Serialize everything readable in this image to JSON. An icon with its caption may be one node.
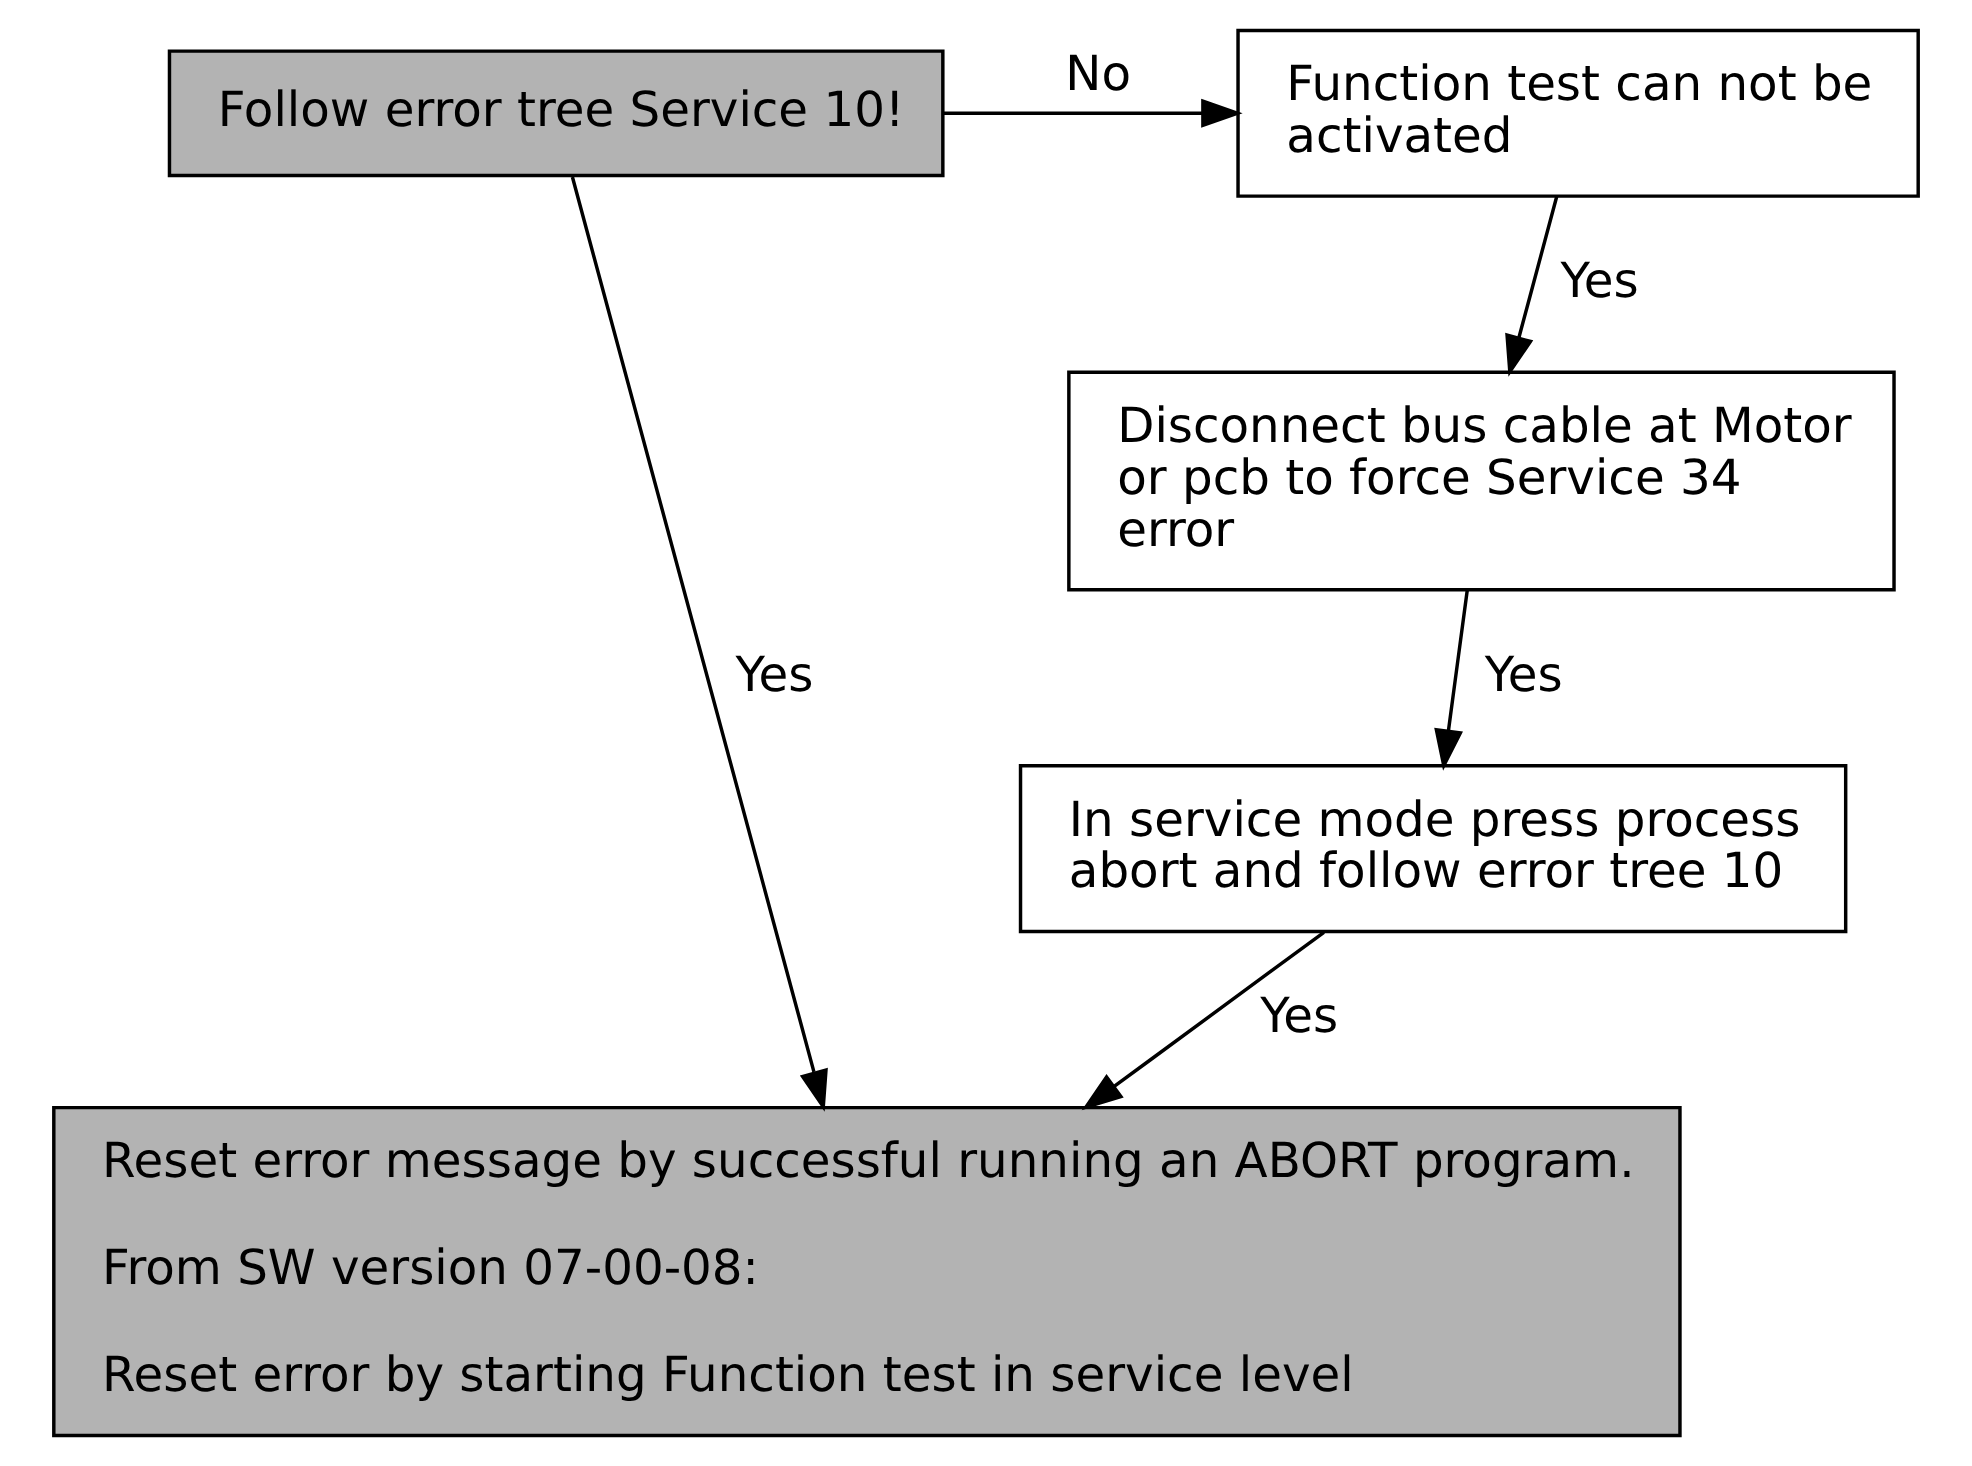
{
  "diagram": {
    "nodes": [
      {
        "text": [
          "Follow error tree Service 10!"
        ]
      },
      {
        "text": [
          "Function test can not be activated"
        ]
      },
      {
        "text": [
          "Disconnect bus cable at Motor or pcb to force Service 34 error"
        ]
      },
      {
        "text": [
          "In service mode press process abort and follow error tree 10"
        ]
      },
      {
        "text": [
          "Reset error message by successful running an ABORT program.",
          "From SW version 07-00-08:",
          "Reset error by starting Function test in service level"
        ]
      }
    ],
    "edges": [
      {
        "from": 0,
        "to": 1,
        "arrow": "to",
        "label": "No"
      },
      {
        "from": 1,
        "to": 2,
        "arrow": "to",
        "label": "Yes"
      },
      {
        "from": 2,
        "to": 3,
        "arrow": "to",
        "label": "Yes"
      },
      {
        "from": 0,
        "to": 4,
        "arrow": "to",
        "label": "Yes"
      },
      {
        "from": 3,
        "to": 4,
        "arrow": "to",
        "label": "Yes"
      }
    ]
  }
}
